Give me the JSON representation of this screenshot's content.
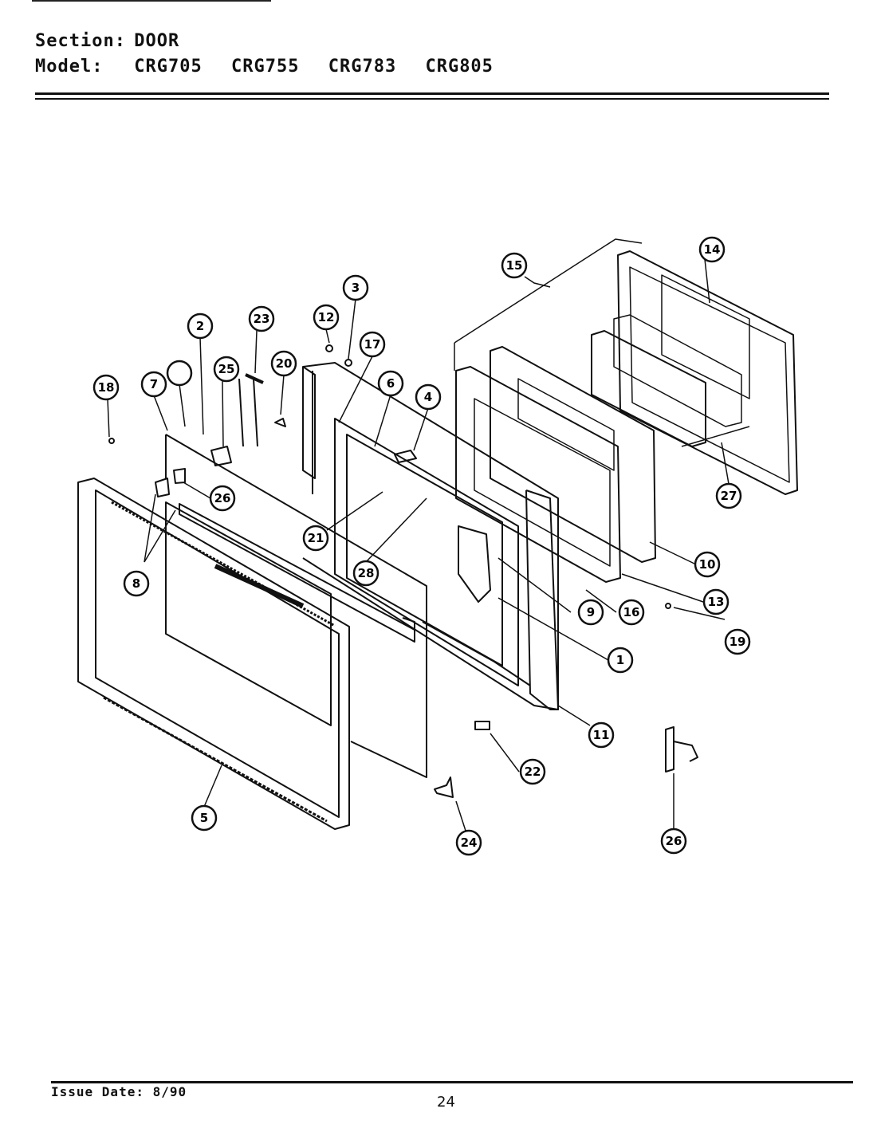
{
  "header": {
    "section_label": "Section:",
    "section_value": "DOOR",
    "model_label": "Model:",
    "models": [
      "CRG705",
      "CRG755",
      "CRG783",
      "CRG805"
    ]
  },
  "footer": {
    "issue_date": "Issue Date: 8/90",
    "page_number": "24"
  },
  "callouts": [
    "1",
    "2",
    "3",
    "4",
    "5",
    "6",
    "7",
    "8",
    "9",
    "10",
    "11",
    "12",
    "13",
    "14",
    "15",
    "16",
    "17",
    "18",
    "19",
    "20",
    "21",
    "22",
    "23",
    "24",
    "25",
    "26",
    "27",
    "28"
  ]
}
